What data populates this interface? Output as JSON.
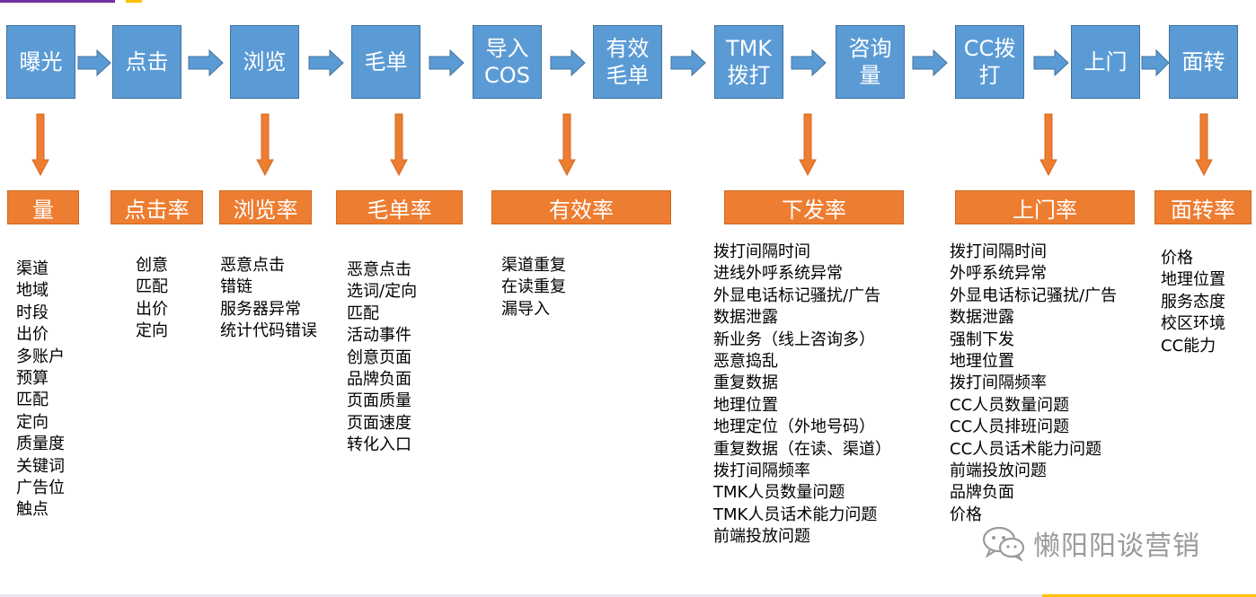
{
  "colors": {
    "stage_fill": "#5b9bd5",
    "metric_fill": "#ed7d31",
    "top_accent": "#7030a0",
    "bottom_accent": "#ffc000"
  },
  "stages": [
    {
      "label": "曝光"
    },
    {
      "label": "点击"
    },
    {
      "label": "浏览"
    },
    {
      "label": "毛单"
    },
    {
      "label": "导入\nCOS"
    },
    {
      "label": "有效\n毛单"
    },
    {
      "label": "TMK\n拨打"
    },
    {
      "label": "咨询\n量"
    },
    {
      "label": "CC拨\n打"
    },
    {
      "label": "上门"
    },
    {
      "label": "面转"
    }
  ],
  "metrics": [
    {
      "label": "量",
      "factors": [
        "渠道",
        "地域",
        "时段",
        "出价",
        "多账户",
        "预算",
        "匹配",
        "定向",
        "质量度",
        "关键词",
        "广告位",
        "触点"
      ]
    },
    {
      "label": "点击率",
      "factors": [
        "创意",
        "匹配",
        "出价",
        "定向"
      ]
    },
    {
      "label": "浏览率",
      "factors": [
        "恶意点击",
        "错链",
        "服务器异常",
        "统计代码错误"
      ]
    },
    {
      "label": "毛单率",
      "factors": [
        "恶意点击",
        "选词/定向",
        "匹配",
        "活动事件",
        "创意页面",
        "品牌负面",
        "页面质量",
        "页面速度",
        "转化入口"
      ]
    },
    {
      "label": "有效率",
      "factors": [
        "渠道重复",
        "在读重复",
        "漏导入"
      ]
    },
    {
      "label": "下发率",
      "factors": [
        "拨打间隔时间",
        "进线外呼系统异常",
        "外显电话标记骚扰/广告",
        "数据泄露",
        "新业务（线上咨询多）",
        "恶意捣乱",
        "重复数据",
        "地理位置",
        "地理定位（外地号码）",
        "重复数据（在读、渠道）",
        "拨打间隔频率",
        "TMK人员数量问题",
        "TMK人员话术能力问题",
        "前端投放问题"
      ]
    },
    {
      "label": "上门率",
      "factors": [
        "拨打间隔时间",
        "外呼系统异常",
        "外显电话标记骚扰/广告",
        "数据泄露",
        "强制下发",
        "地理位置",
        "拨打间隔频率",
        "CC人员数量问题",
        "CC人员排班问题",
        "CC人员话术能力问题",
        "前端投放问题",
        "品牌负面",
        "价格"
      ]
    },
    {
      "label": "面转率",
      "factors": [
        "价格",
        "地理位置",
        "服务态度",
        "校区环境",
        "CC能力"
      ]
    }
  ],
  "watermark": {
    "text": "懒阳阳谈营销",
    "icon": "wechat-icon"
  }
}
